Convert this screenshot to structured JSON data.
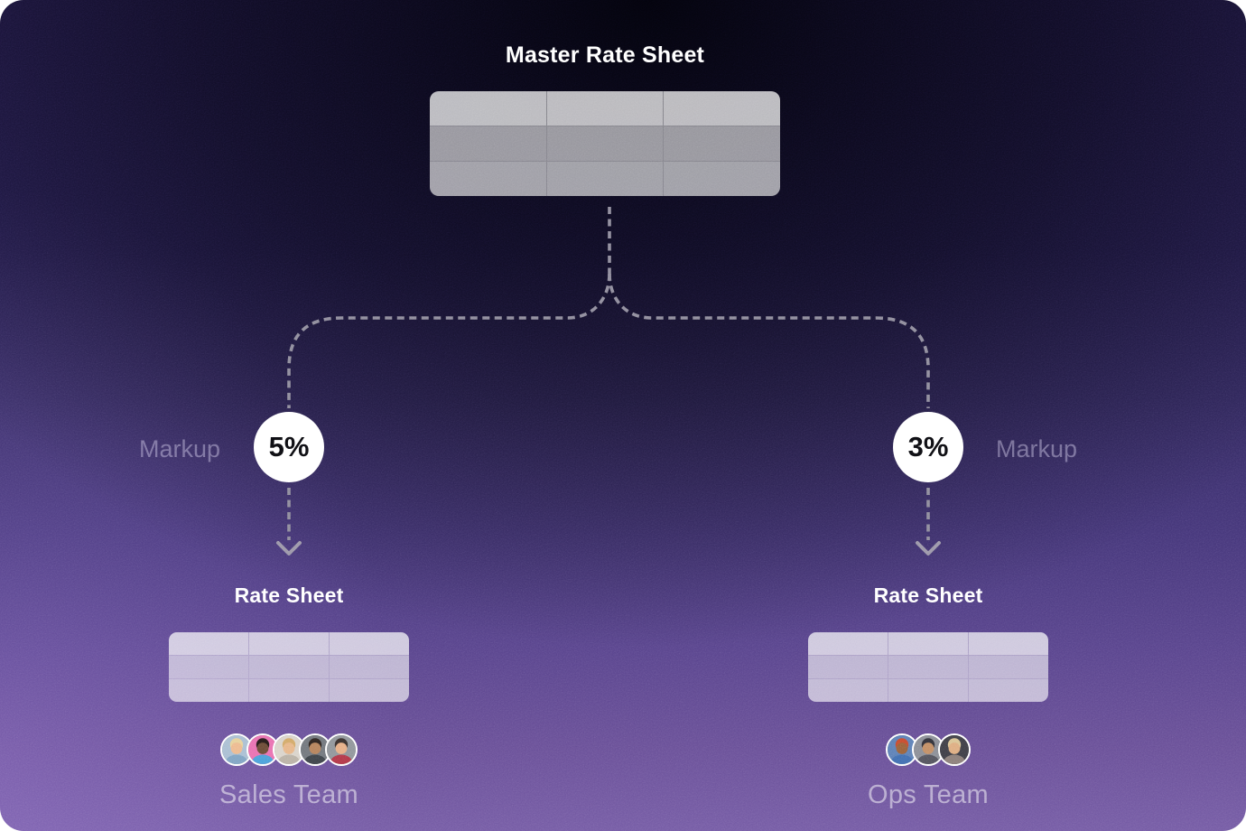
{
  "diagram": {
    "master": {
      "title": "Master Rate Sheet",
      "table": {
        "rows": 3,
        "columns": 3
      }
    },
    "branches": [
      {
        "markup_label": "Markup",
        "markup_value": "5%",
        "sheet_title": "Rate Sheet",
        "table": {
          "rows": 3,
          "columns": 3
        },
        "team": {
          "name": "Sales Team",
          "member_count": 5
        }
      },
      {
        "markup_label": "Markup",
        "markup_value": "3%",
        "sheet_title": "Rate Sheet",
        "table": {
          "rows": 3,
          "columns": 3
        },
        "team": {
          "name": "Ops Team",
          "member_count": 3
        }
      }
    ],
    "colors": {
      "background_top": "#060410",
      "background_bottom": "#7a5ca9",
      "connector": "#8f8c9c",
      "markup_circle_bg": "#ffffff",
      "markup_value_text": "#0c0c10",
      "title_text": "#ffffff"
    }
  }
}
